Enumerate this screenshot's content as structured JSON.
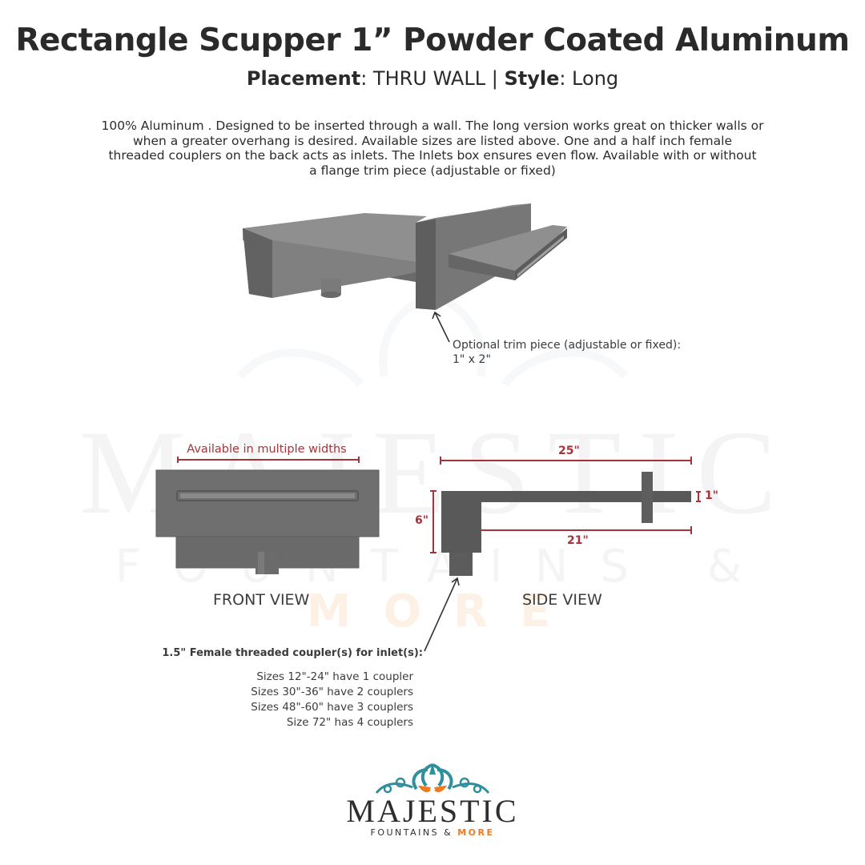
{
  "header": {
    "title": "Rectangle Scupper 1” Powder Coated Aluminum",
    "placement_label": "Placement",
    "placement_value": ": THRU WALL | ",
    "style_label": "Style",
    "style_value": ": Long"
  },
  "description": {
    "lines": [
      "100% Aluminum . Designed to be inserted through a wall. The long version works great on thicker walls or",
      "when a greater overhang is desired. Available sizes are listed above. One and a half inch female",
      "threaded couplers on the back acts as inlets. The Inlets box ensures even flow.  Available with or without",
      "a flange trim piece (adjustable or fixed)"
    ]
  },
  "iso_view": {
    "trim_note_line1": "Optional trim piece (adjustable or fixed):",
    "trim_note_line2": "1\" x 2\""
  },
  "front_view": {
    "width_label": "Available in multiple widths",
    "label": "FRONT VIEW"
  },
  "side_view": {
    "label": "SIDE VIEW",
    "dim_overall_length": "25\"",
    "dim_spout_length": "21\"",
    "dim_height": "6\"",
    "dim_thickness": "1\""
  },
  "couplers": {
    "heading": "1.5\" Female threaded coupler(s) for inlet(s):",
    "rules": [
      "Sizes 12\"-24\" have 1 coupler",
      "Sizes 30\"-36\" have 2 couplers",
      "Sizes 48\"-60\" have 3 couplers",
      "Size 72\" has 4 couplers"
    ]
  },
  "watermark": {
    "word": "MAJESTIC",
    "sub": "FOUNTAINS & ",
    "sub_accent": "MORE"
  },
  "logo": {
    "word": "MAJESTIC",
    "sub": "FOUNTAINS & ",
    "sub_accent": "MORE"
  },
  "colors": {
    "dimension_red": "#a8323a",
    "metal_dark": "#5c5c5c",
    "metal_mid": "#6e6e6e",
    "metal_light": "#8f8f8f",
    "logo_teal": "#2f8f9d",
    "logo_orange": "#ee7a1f"
  }
}
